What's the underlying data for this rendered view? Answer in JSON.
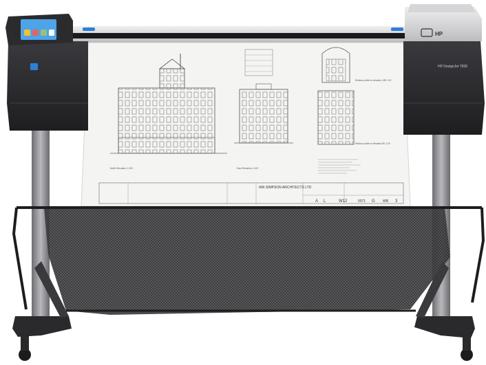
{
  "printer": {
    "model_label": "HP DesignJet T830",
    "badge_label": "HP"
  },
  "drawing": {
    "company": "IAN SIMPSON ARCHITECTS LTD",
    "elevation_front": "North Elevation 1:100",
    "elevation_side": "East Elevation 1:100",
    "window_caption_top": "Window profile to elevation 1/50 1:20",
    "window_caption_bottom": "Window profile to elevation B/1 1:20",
    "sheet_no": "W12",
    "sheet_suffix": "5071",
    "rev_a": "A",
    "rev_l": "L",
    "rev_g": "G",
    "rev_num": "3",
    "status": "WB"
  },
  "colors": {
    "body_dark": "#2b2b2e",
    "body_top": "#d9d9db",
    "paper": "#f4f4f2",
    "stand": "#8c8c90",
    "accent_blue": "#2f7fd6"
  }
}
